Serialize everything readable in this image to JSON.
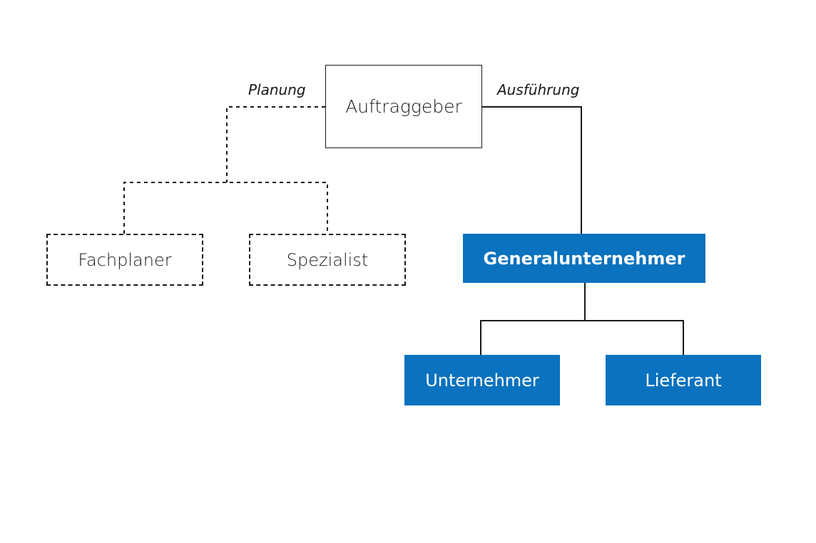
{
  "nodes": {
    "client": "Auftraggeber",
    "planner": "Fachplaner",
    "specialist": "Spezialist",
    "general_contractor": "Generalunternehmer",
    "contractor": "Unternehmer",
    "supplier": "Lieferant"
  },
  "edge_labels": {
    "planning": "Planung",
    "execution": "Ausführung"
  },
  "colors": {
    "accent_blue": "#0a72be",
    "line": "#1a1a1a"
  }
}
